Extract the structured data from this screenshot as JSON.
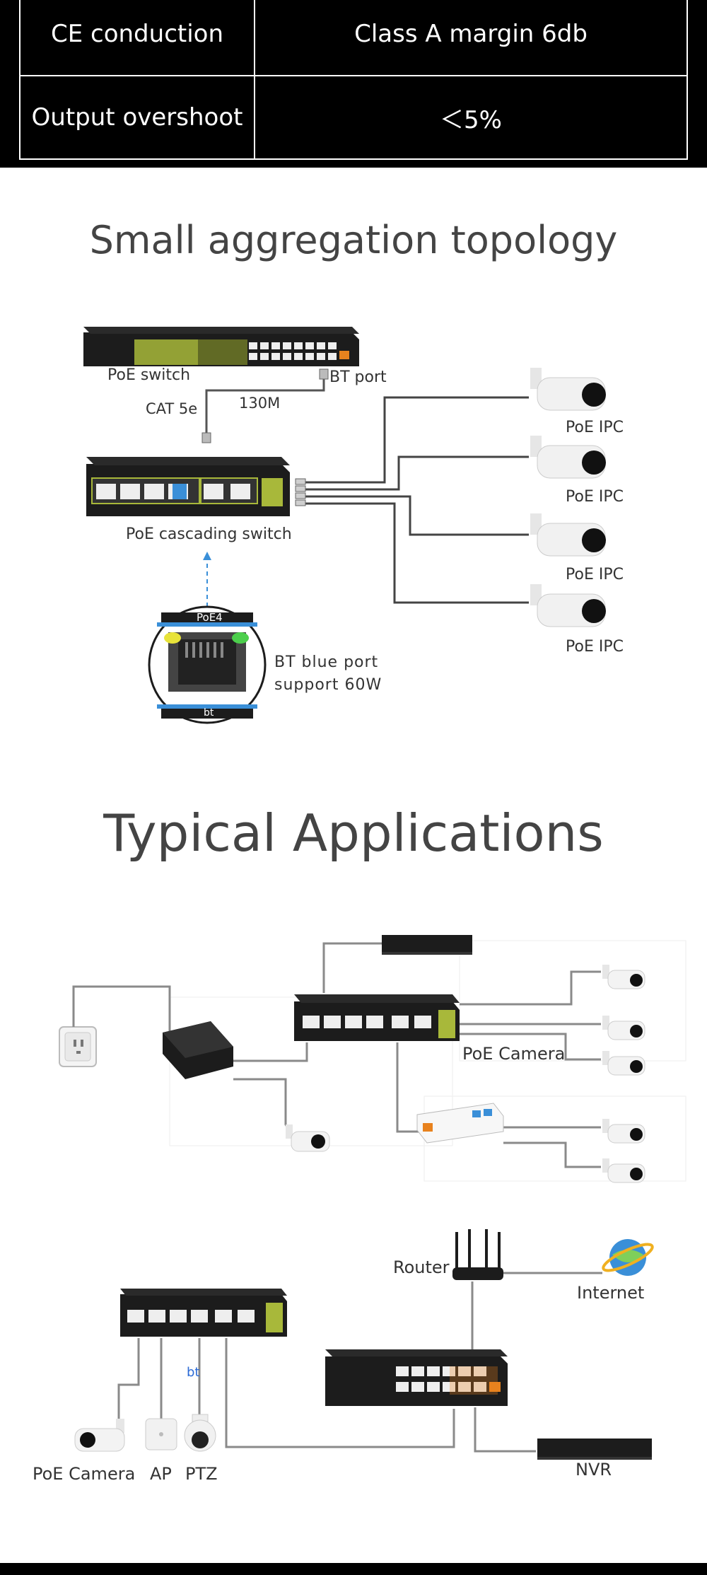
{
  "spec_table": {
    "rows": [
      {
        "label": "CE conduction",
        "value": "Class A margin 6db"
      },
      {
        "label": "Output overshoot",
        "value": "＜5%"
      }
    ]
  },
  "topology": {
    "title": "Small aggregation topology",
    "poe_switch": "PoE switch",
    "bt_port": "BT port",
    "cat5e": "CAT 5e",
    "distance": "130M",
    "cascading_switch": "PoE cascading switch",
    "port_badge": "PoE4",
    "port_bottom": "bt",
    "bt_blue_line1": "BT blue port",
    "bt_blue_line2": "support 60W",
    "ipc_labels": [
      "PoE IPC",
      "PoE IPC",
      "PoE IPC",
      "PoE IPC"
    ]
  },
  "applications": {
    "title": "Typical Applications",
    "diagram1": {
      "poe_camera": "PoE Camera"
    },
    "diagram2": {
      "router": "Router",
      "internet": "Internet",
      "poe_camera": "PoE Camera",
      "ap": "AP",
      "ptz": "PTZ",
      "bt": "bt",
      "nvr": "NVR"
    }
  },
  "colors": {
    "switch_body": "#1c1c1c",
    "accent_green": "#a8b83a",
    "port_orange": "#e8821e",
    "cable_gray": "#8a8a8a",
    "dash_blue": "#3a8fd8"
  }
}
